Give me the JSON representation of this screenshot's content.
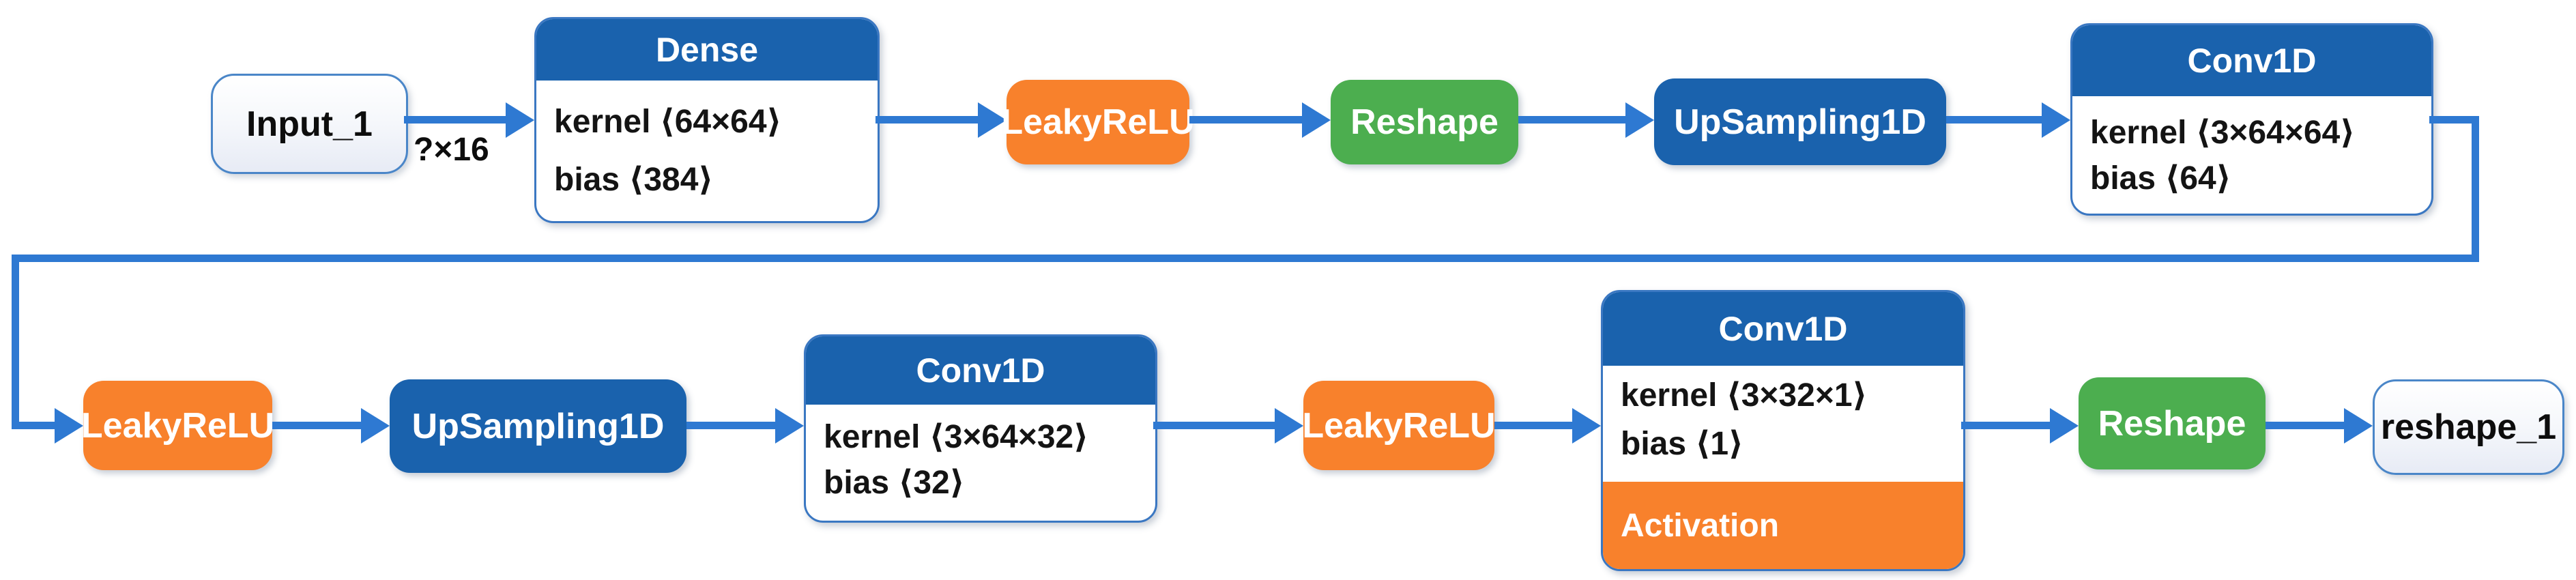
{
  "diagram_type": "keras-model-architecture-flow",
  "colors": {
    "node_blue": "#1a62ad",
    "node_orange": "#f8812c",
    "node_green": "#4cae4f",
    "edge_blue": "#2e79d2",
    "io_border_blue": "#4a86c8",
    "body_text": "#141414"
  },
  "nodes": {
    "input": {
      "label": "Input_1"
    },
    "dense": {
      "title": "Dense",
      "kernel": "kernel ⟨64×64⟩",
      "bias": "bias ⟨384⟩"
    },
    "leakyrelu_1": {
      "label": "LeakyReLU"
    },
    "reshape_a": {
      "label": "Reshape"
    },
    "upsampling1d_1": {
      "label": "UpSampling1D"
    },
    "conv1d_1": {
      "title": "Conv1D",
      "kernel": "kernel ⟨3×64×64⟩",
      "bias": "bias ⟨64⟩"
    },
    "leakyrelu_2": {
      "label": "LeakyReLU"
    },
    "upsampling1d_2": {
      "label": "UpSampling1D"
    },
    "conv1d_2": {
      "title": "Conv1D",
      "kernel": "kernel ⟨3×64×32⟩",
      "bias": "bias ⟨32⟩"
    },
    "leakyrelu_3": {
      "label": "LeakyReLU"
    },
    "conv1d_3": {
      "title": "Conv1D",
      "kernel": "kernel ⟨3×32×1⟩",
      "bias": "bias ⟨1⟩",
      "activation": "Activation"
    },
    "reshape_b": {
      "label": "Reshape"
    },
    "output": {
      "label": "reshape_1"
    }
  },
  "edges": {
    "input_to_dense_label": "?×16"
  }
}
